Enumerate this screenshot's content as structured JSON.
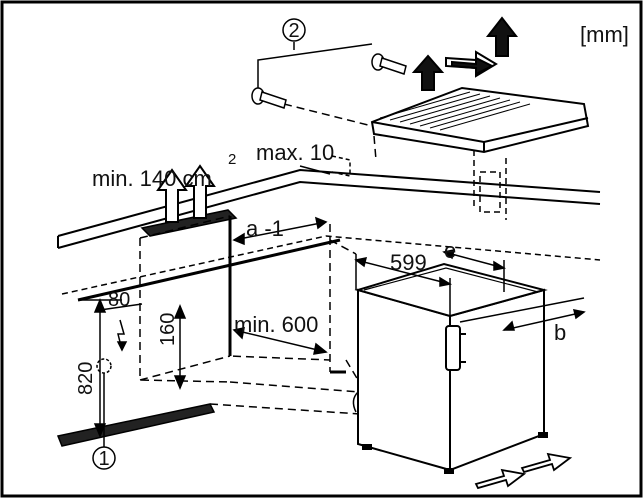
{
  "diagram": {
    "unit": "[mm]",
    "labels": {
      "ventilation_area": "min. 140 cm",
      "ventilation_superscript": "2",
      "gap_max": "max. 10",
      "depth_a": "a -1",
      "niche_depth": "min. 600",
      "height_total": "820",
      "offset_80": "80",
      "offset_160": "160",
      "width_599": "599",
      "dim_e": "e",
      "dim_b": "b"
    },
    "callouts": {
      "socket": "1",
      "screws": "2"
    }
  }
}
